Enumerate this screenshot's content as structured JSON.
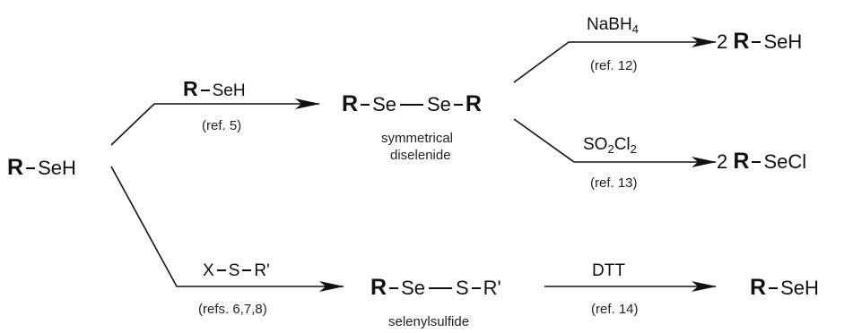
{
  "start": {
    "r": "R",
    "group": "SeH"
  },
  "step_top": {
    "reagent_r": "R",
    "reagent_group": "SeH",
    "ref": "(ref. 5)"
  },
  "diselenide": {
    "r1": "R",
    "se1": "Se",
    "se2": "Se",
    "r2": "R",
    "caption_line1": "symmetrical",
    "caption_line2": "diselenide"
  },
  "step_nabh4": {
    "reagent_main": "NaBH",
    "reagent_sub": "4",
    "ref": "(ref. 12)"
  },
  "product_selenol": {
    "coef": "2",
    "r": "R",
    "group": "SeH"
  },
  "step_so2cl2": {
    "reagent_a": "SO",
    "reagent_sub1": "2",
    "reagent_b": "Cl",
    "reagent_sub2": "2",
    "ref": "(ref. 13)"
  },
  "product_selenenyl_chloride": {
    "coef": "2",
    "r": "R",
    "group": "SeCl"
  },
  "step_bottom": {
    "reagent_x": "X",
    "reagent_s": "S",
    "reagent_r": "R'",
    "ref": "(refs. 6,7,8)"
  },
  "selenylsulfide": {
    "r": "R",
    "se": "Se",
    "s": "S",
    "r2": "R'",
    "caption": "selenylsulfide"
  },
  "step_dtt": {
    "reagent": "DTT",
    "ref": "(ref. 14)"
  },
  "product_final": {
    "r": "R",
    "group": "SeH"
  }
}
